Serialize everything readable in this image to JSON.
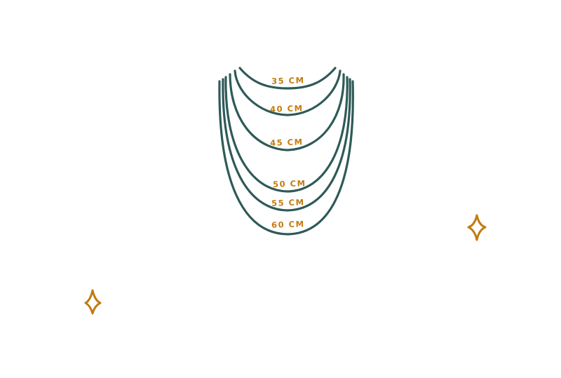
{
  "colors": {
    "chain": "#2e5a58",
    "label": "#c27b0f",
    "sparkle": "#c27b0f",
    "background": "#ffffff"
  },
  "necklace_lengths": [
    {
      "label": "35 CM"
    },
    {
      "label": "40 CM"
    },
    {
      "label": "45 CM"
    },
    {
      "label": "50 CM"
    },
    {
      "label": "55 CM"
    },
    {
      "label": "60 CM"
    }
  ],
  "decorations": [
    {
      "icon": "sparkle-icon"
    },
    {
      "icon": "sparkle-icon"
    }
  ]
}
